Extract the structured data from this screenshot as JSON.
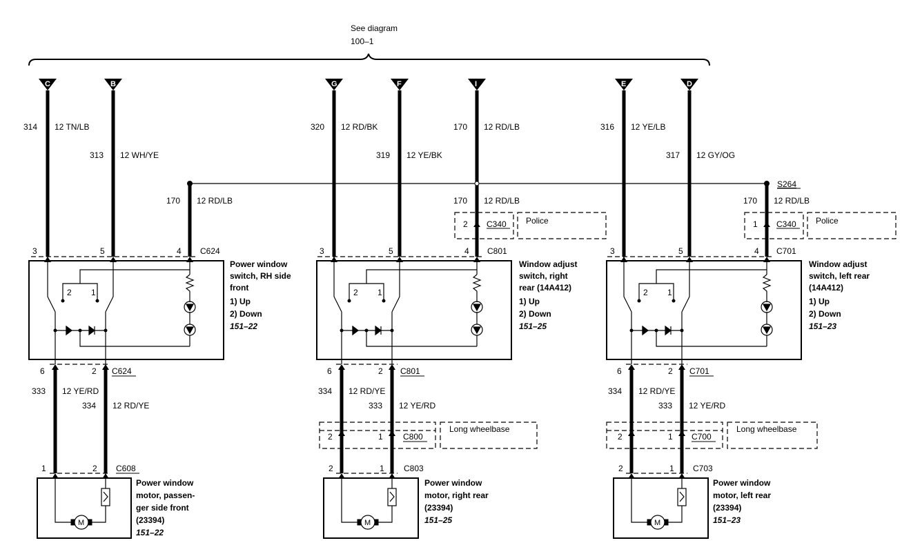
{
  "header": {
    "see_diagram": "See diagram",
    "diagram_ref": "100–1"
  },
  "colors": {
    "line": "#000000",
    "background": "#ffffff"
  },
  "icons": {
    "terminal": "triangle-terminal-icon",
    "motor": "motor-icon",
    "circuit_breaker": "circuit-breaker-icon",
    "led": "led-icon",
    "diode": "diode-icon",
    "resistor": "resistor-icon",
    "splice": "splice-dot-icon"
  },
  "terminals": [
    "C",
    "B",
    "G",
    "F",
    "I",
    "E",
    "D"
  ],
  "wires": [
    {
      "circuit": "314",
      "color": "12 TN/LB"
    },
    {
      "circuit": "313",
      "color": "12 WH/YE"
    },
    {
      "circuit": "170",
      "color": "12 RD/LB"
    },
    {
      "circuit": "320",
      "color": "12 RD/BK"
    },
    {
      "circuit": "319",
      "color": "12 YE/BK"
    },
    {
      "circuit": "170",
      "color": "12 RD/LB"
    },
    {
      "circuit": "316",
      "color": "12 YE/LB"
    },
    {
      "circuit": "317",
      "color": "12 GY/OG"
    },
    {
      "circuit": "170",
      "color": "12 RD/LB"
    },
    {
      "circuit": "170",
      "color": "12 RD/LB"
    }
  ],
  "splice": "S264",
  "police": [
    {
      "pin": "2",
      "connector": "C340",
      "label": "Police"
    },
    {
      "pin": "1",
      "connector": "C340",
      "label": "Police"
    }
  ],
  "switches": [
    {
      "pins_top": [
        "3",
        "5",
        "4"
      ],
      "connector_top": "C624",
      "desc": [
        "Power window",
        "switch, RH side",
        "front"
      ],
      "positions": [
        "1)  Up",
        "2)  Down"
      ],
      "ref": "151–22",
      "contact_labels": [
        "2",
        "1"
      ],
      "pins_bottom": [
        "6",
        "2"
      ],
      "connector_bottom": "C624",
      "bottom_wires": [
        {
          "circuit": "333",
          "color": "12 YE/RD"
        },
        {
          "circuit": "334",
          "color": "12 RD/YE"
        }
      ]
    },
    {
      "pins_top": [
        "3",
        "5",
        "4"
      ],
      "connector_top": "C801",
      "desc": [
        "Window adjust",
        "switch, right",
        "rear (14A412)"
      ],
      "positions": [
        "1)  Up",
        "2)  Down"
      ],
      "ref": "151–25",
      "contact_labels": [
        "2",
        "1"
      ],
      "pins_bottom": [
        "6",
        "2"
      ],
      "connector_bottom": "C801",
      "bottom_wires": [
        {
          "circuit": "334",
          "color": "12 RD/YE"
        },
        {
          "circuit": "333",
          "color": "12 YE/RD"
        }
      ]
    },
    {
      "pins_top": [
        "3",
        "5",
        "4"
      ],
      "connector_top": "C701",
      "desc": [
        "Window adjust",
        "switch, left rear",
        "(14A412)"
      ],
      "positions": [
        "1)  Up",
        "2)  Down"
      ],
      "ref": "151–23",
      "contact_labels": [
        "2",
        "1"
      ],
      "pins_bottom": [
        "6",
        "2"
      ],
      "connector_bottom": "C701",
      "bottom_wires": [
        {
          "circuit": "334",
          "color": "12 RD/YE"
        },
        {
          "circuit": "333",
          "color": "12 YE/RD"
        }
      ]
    }
  ],
  "long_wheelbase": [
    {
      "pins": [
        "2",
        "1"
      ],
      "connector": "C800",
      "label": "Long wheelbase"
    },
    {
      "pins": [
        "2",
        "1"
      ],
      "connector": "C700",
      "label": "Long wheelbase"
    }
  ],
  "motors": [
    {
      "pins": [
        "1",
        "2"
      ],
      "connector": "C608",
      "desc": [
        "Power window",
        "motor, passen-",
        "ger side front",
        "(23394)"
      ],
      "ref": "151–22",
      "symbol": "M"
    },
    {
      "pins": [
        "2",
        "1"
      ],
      "connector": "C803",
      "desc": [
        "Power window",
        "motor, right rear",
        "(23394)"
      ],
      "ref": "151–25",
      "symbol": "M"
    },
    {
      "pins": [
        "2",
        "1"
      ],
      "connector": "C703",
      "desc": [
        "Power window",
        "motor, left rear",
        "(23394)"
      ],
      "ref": "151–23",
      "symbol": "M"
    }
  ]
}
